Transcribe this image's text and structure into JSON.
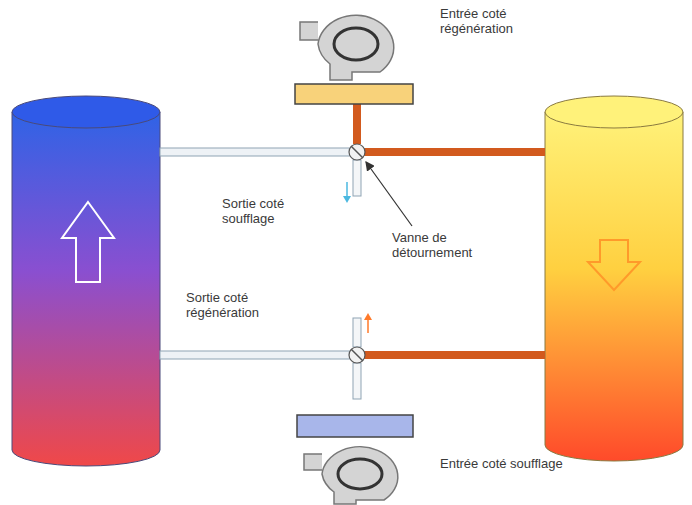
{
  "diagram": {
    "labels": [
      "Entrée coté régénération",
      "Sortie coté soufflage",
      "Vanne de détournement",
      "Sortie coté régénération",
      "Entrée coté soufflage"
    ]
  }
}
